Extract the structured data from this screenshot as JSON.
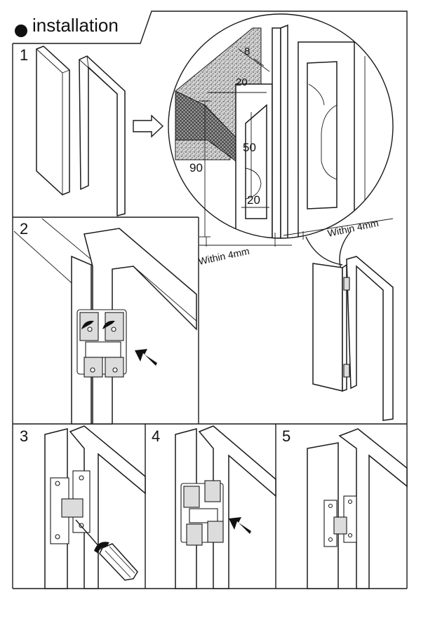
{
  "title": "installation",
  "steps": [
    {
      "number": "1"
    },
    {
      "number": "2"
    },
    {
      "number": "3"
    },
    {
      "number": "4"
    },
    {
      "number": "5"
    }
  ],
  "dimensions": {
    "top_width": "8",
    "slot_width": "20",
    "inner_height": "50",
    "total_height": "90",
    "bottom_width": "20"
  },
  "gap_notes": {
    "left": "Within 4mm",
    "right": "Within 4mm"
  },
  "colors": {
    "ink": "#1a1a1a",
    "paper": "#ffffff",
    "hatch": "#555555"
  }
}
